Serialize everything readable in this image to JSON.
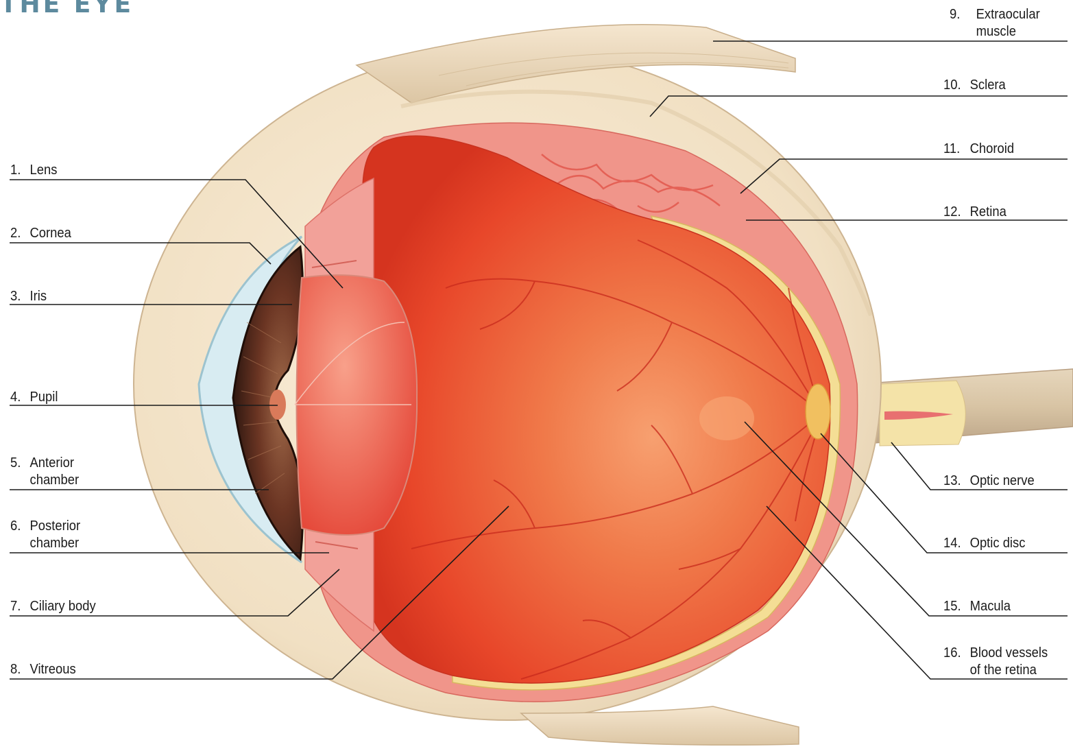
{
  "title": "THE EYE",
  "colors": {
    "sclera": "#f3e3c8",
    "sclera_shadow": "#d9c3a0",
    "vitreous": "#ee4a2c",
    "choroid": "#ef8f86",
    "retina": "#f4de95",
    "iris": "#5a2e20",
    "leader_line": "#1a1a1a",
    "title": "#5d8a9e"
  },
  "labels_left": [
    {
      "num": "1.",
      "line1": "Lens",
      "line2": ""
    },
    {
      "num": "2.",
      "line1": "Cornea",
      "line2": ""
    },
    {
      "num": "3.",
      "line1": "Iris",
      "line2": ""
    },
    {
      "num": "4.",
      "line1": "Pupil",
      "line2": ""
    },
    {
      "num": "5.",
      "line1": "Anterior",
      "line2": "chamber"
    },
    {
      "num": "6.",
      "line1": "Posterior",
      "line2": "chamber"
    },
    {
      "num": "7.",
      "line1": "Ciliary body",
      "line2": ""
    },
    {
      "num": "8.",
      "line1": "Vitreous",
      "line2": ""
    }
  ],
  "labels_right": [
    {
      "num": "9.",
      "line1": "Extraocular",
      "line2": "muscle"
    },
    {
      "num": "10.",
      "line1": "Sclera",
      "line2": ""
    },
    {
      "num": "11.",
      "line1": "Choroid",
      "line2": ""
    },
    {
      "num": "12.",
      "line1": "Retina",
      "line2": ""
    },
    {
      "num": "13.",
      "line1": "Optic nerve",
      "line2": ""
    },
    {
      "num": "14.",
      "line1": "Optic disc",
      "line2": ""
    },
    {
      "num": "15.",
      "line1": "Macula",
      "line2": ""
    },
    {
      "num": "16.",
      "line1": "Blood vessels",
      "line2": "of the retina"
    }
  ]
}
